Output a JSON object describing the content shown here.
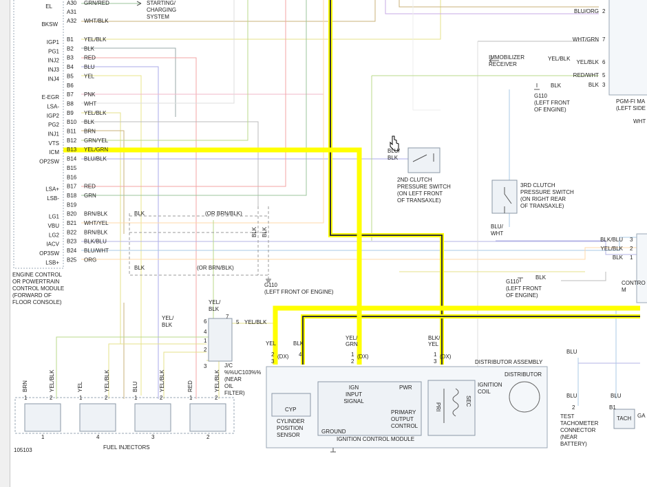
{
  "colors": {
    "highlight": "#ffff00",
    "wire_dark": "#333333",
    "box_stroke": "#9aa7b5",
    "box_fill": "#f4f7fa"
  },
  "top": {
    "el_pins": [
      {
        "name": "EL",
        "pin": "A30",
        "color": "GRN/RED"
      },
      {
        "name": "",
        "pin": "A31",
        "color": ""
      },
      {
        "name": "BKSW",
        "pin": "A32",
        "color": "WHT/BLK"
      }
    ],
    "starting_charging": "STARTING/\nCHARGING\nSYSTEM"
  },
  "ecm_pins": [
    {
      "name": "IGP1",
      "pin": "B1",
      "color": "YEL/BLK"
    },
    {
      "name": "PG1",
      "pin": "B2",
      "color": "BLK"
    },
    {
      "name": "INJ2",
      "pin": "B3",
      "color": "RED"
    },
    {
      "name": "INJ3",
      "pin": "B4",
      "color": "BLU"
    },
    {
      "name": "INJ4",
      "pin": "B5",
      "color": "YEL"
    },
    {
      "name": "",
      "pin": "B6",
      "color": ""
    },
    {
      "name": "E-EGR",
      "pin": "B7",
      "color": "PNK"
    },
    {
      "name": "LSA-",
      "pin": "B8",
      "color": "WHT"
    },
    {
      "name": "IGP2",
      "pin": "B9",
      "color": "YEL/BLK"
    },
    {
      "name": "PG2",
      "pin": "B10",
      "color": "BLK"
    },
    {
      "name": "INJ1",
      "pin": "B11",
      "color": "BRN"
    },
    {
      "name": "VTS",
      "pin": "B12",
      "color": "GRN/YEL"
    },
    {
      "name": "ICM",
      "pin": "B13",
      "color": "YEL/GRN"
    },
    {
      "name": "OP2SW",
      "pin": "B14",
      "color": "BLU/BLK"
    },
    {
      "name": "",
      "pin": "B15",
      "color": ""
    },
    {
      "name": "",
      "pin": "B16",
      "color": ""
    },
    {
      "name": "LSA+",
      "pin": "B17",
      "color": "RED"
    },
    {
      "name": "LSB-",
      "pin": "B18",
      "color": "GRN"
    },
    {
      "name": "",
      "pin": "B19",
      "color": ""
    },
    {
      "name": "LG1",
      "pin": "B20",
      "color": "BRN/BLK"
    },
    {
      "name": "VBU",
      "pin": "B21",
      "color": "WHT/YEL"
    },
    {
      "name": "LG2",
      "pin": "B22",
      "color": "BRN/BLK"
    },
    {
      "name": "IACV",
      "pin": "B23",
      "color": "BLK/BLU"
    },
    {
      "name": "OP3SW",
      "pin": "B24",
      "color": "BLU/WHT"
    },
    {
      "name": "LSB+",
      "pin": "B25",
      "color": "ORG"
    }
  ],
  "ecm_label": "ENGINE CONTROL\nOR POWERTRAIN\nCONTROL MODULE\n(FORWARD OF\nFLOOR CONSOLE)",
  "ground_labels": {
    "blk_b20": "BLK",
    "or_brn_blk_1": "(OR BRN/BLK)",
    "blk_b22": "BLK",
    "or_brn_blk_2": "(OR BRN/BLK)",
    "blk_v1": "BLK",
    "blk_v2": "BLK",
    "g110_left": "G110\n(LEFT FRONT OF ENGINE)",
    "g110_top": "G110\n(LEFT FRONT\nOF ENGINE)",
    "g110_mid": "G110\n(LEFT FRONT\nOF ENGINE)",
    "g110_mid_blk": "BLK"
  },
  "pgm_fi": {
    "rows": [
      {
        "color": "BLU/ORG",
        "pin": "2"
      },
      {
        "color": "WHT/GRN",
        "pin": "7"
      },
      {
        "color": "YEL/BLK",
        "pin": "6"
      },
      {
        "color": "RED/WHT",
        "pin": "5"
      },
      {
        "color": "BLK",
        "pin": "3"
      }
    ],
    "label": "PGM-FI MA\n(LEFT SIDE C",
    "wht": "WHT"
  },
  "immobilizer": {
    "label": "IMMOBILIZER\nRECEIVER",
    "wire": "YEL/BLK"
  },
  "g110_top_blk": "BLK",
  "clutch2": {
    "wire": "BLU/\nBLK",
    "label": "2ND CLUTCH\nPRESSURE SWITCH\n(ON LEFT FRONT\nOF TRANSAXLE)"
  },
  "clutch3": {
    "wire": "BLU/\nWHT",
    "label": "3RD CLUTCH\nPRESSURE SWITCH\n(ON RIGHT REAR\nOF TRANSAXLE)"
  },
  "control_right": {
    "rows": [
      {
        "color": "BLK/BLU",
        "pin": "3"
      },
      {
        "color": "YEL/BLK",
        "pin": "2"
      },
      {
        "color": "BLK",
        "pin": "1"
      }
    ],
    "label": "CONTRO\nM"
  },
  "jc": {
    "wire_top": "YEL/\nBLK",
    "pin_top": "7",
    "wire_left": "YEL/\nBLK",
    "pins": [
      "6",
      "4",
      "1",
      "2",
      "3"
    ],
    "out_pin": "5",
    "out_wire": "YEL/BLK",
    "label": "J/C\n%%UC103%%\n(NEAR\nOIL\nFILTER)"
  },
  "injectors": {
    "items": [
      {
        "w1": "BRN",
        "w2": "YEL/BLK",
        "num": "1"
      },
      {
        "w1": "YEL",
        "w2": "YEL/BLK",
        "num": "4"
      },
      {
        "w1": "BLU",
        "w2": "YEL/BLK",
        "num": "3"
      },
      {
        "w1": "RED",
        "w2": "YEL/BLK",
        "num": "2"
      }
    ],
    "pin1": "1",
    "pin2": "2",
    "label": "FUEL INJECTORS",
    "code": "105103"
  },
  "distributor": {
    "title": "DISTRIBUTOR ASSEMBLY",
    "inputs": [
      {
        "wire": "YEL",
        "pin_a": "2",
        "pin_b": "3",
        "dx": "(DX)"
      },
      {
        "wire": "BLK",
        "pin_a": "4",
        "pin_b": "",
        "dx": ""
      },
      {
        "wire": "YEL/\nGRN",
        "pin_a": "1",
        "pin_b": "2",
        "dx": "(DX)"
      },
      {
        "wire": "BLK/\nYEL",
        "pin_a": "1",
        "pin_b": "3",
        "dx": "(DX)"
      }
    ],
    "cyp": "CYP",
    "cyp_label": "CYLINDER\nPOSITION\nSENSOR",
    "ign_input": "IGN\nINPUT\nSIGNAL",
    "pwr": "PWR",
    "primary": "PRIMARY\nOUTPUT\nCONTROL",
    "ground": "GROUND",
    "icm": "IGNITION CONTROL MODULE",
    "coil": "IGNITION\nCOIL",
    "dist": "DISTRIBUTOR",
    "pri": "PRI",
    "sec": "SEC"
  },
  "tach": {
    "blu1": "BLU",
    "blu2": "BLU",
    "pin2": "2",
    "label": "TEST\nTACHOMETER\nCONNECTOR\n(NEAR\nBATTERY)",
    "blu3": "BLU",
    "b1": "B1",
    "tach": "TACH",
    "ga": "GA"
  }
}
